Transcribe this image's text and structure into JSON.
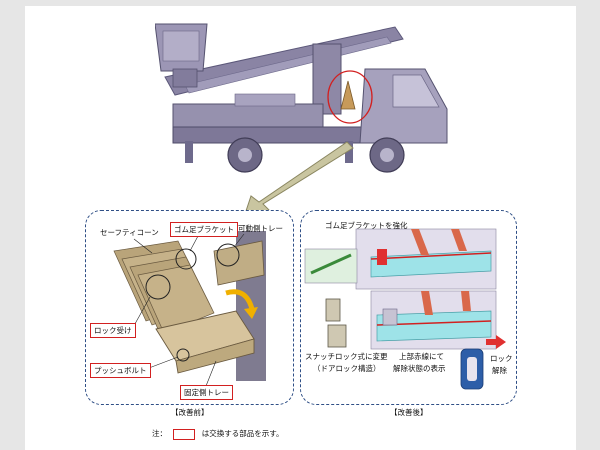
{
  "labels": {
    "safety_cone": "セーフティコーン",
    "rubber_bracket": "ゴム足ブラケット",
    "movable_tray": "可動側トレー",
    "lock_receiver": "ロック受け",
    "push_bolt": "プッシュボルト",
    "fixed_tray": "固定側トレー",
    "before": "【改善前】",
    "after": "【改善後】",
    "strengthen_bracket": "ゴム足ブラケットを強化",
    "snatch_lock_line1": "スナッチロック式に変更",
    "snatch_lock_line2": "（ドアロック構造）",
    "upper_red_line1": "上部赤線にて",
    "upper_red_line2": "解除状態の表示",
    "lock_release_line1": "ロック",
    "lock_release_line2": "解除"
  },
  "note": {
    "prefix": "注：",
    "suffix": "は交換する部品を示す。"
  },
  "colors": {
    "highlight_red": "#d22020",
    "frame_blue": "#2f4f86",
    "truck_purple": "#8e88a6",
    "arrow_olive": "#b8b487"
  }
}
